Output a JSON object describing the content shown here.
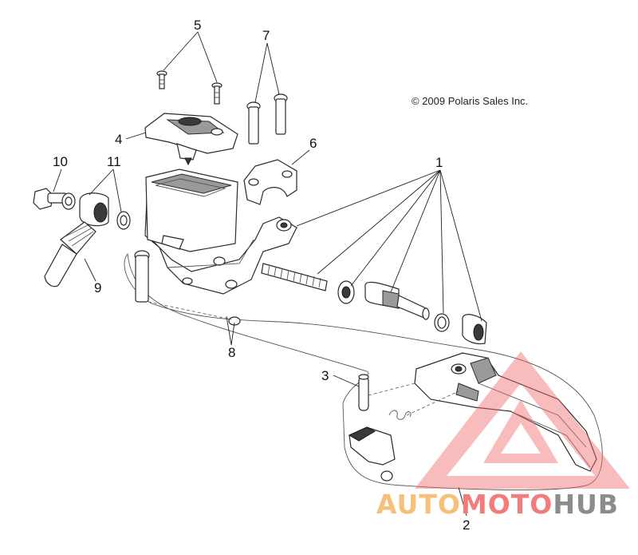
{
  "copyright": "© 2009 Polaris Sales Inc.",
  "callouts": [
    "1",
    "2",
    "3",
    "4",
    "5",
    "6",
    "7",
    "8",
    "9",
    "10",
    "11"
  ],
  "watermark": {
    "part1": "AUTO",
    "part2": "MOTO",
    "part3": "HUB",
    "colors": {
      "auto": "#f7c07a",
      "moto": "#f47b7b",
      "hub": "#8c8c8c",
      "triangle": "#f26a6a"
    }
  }
}
